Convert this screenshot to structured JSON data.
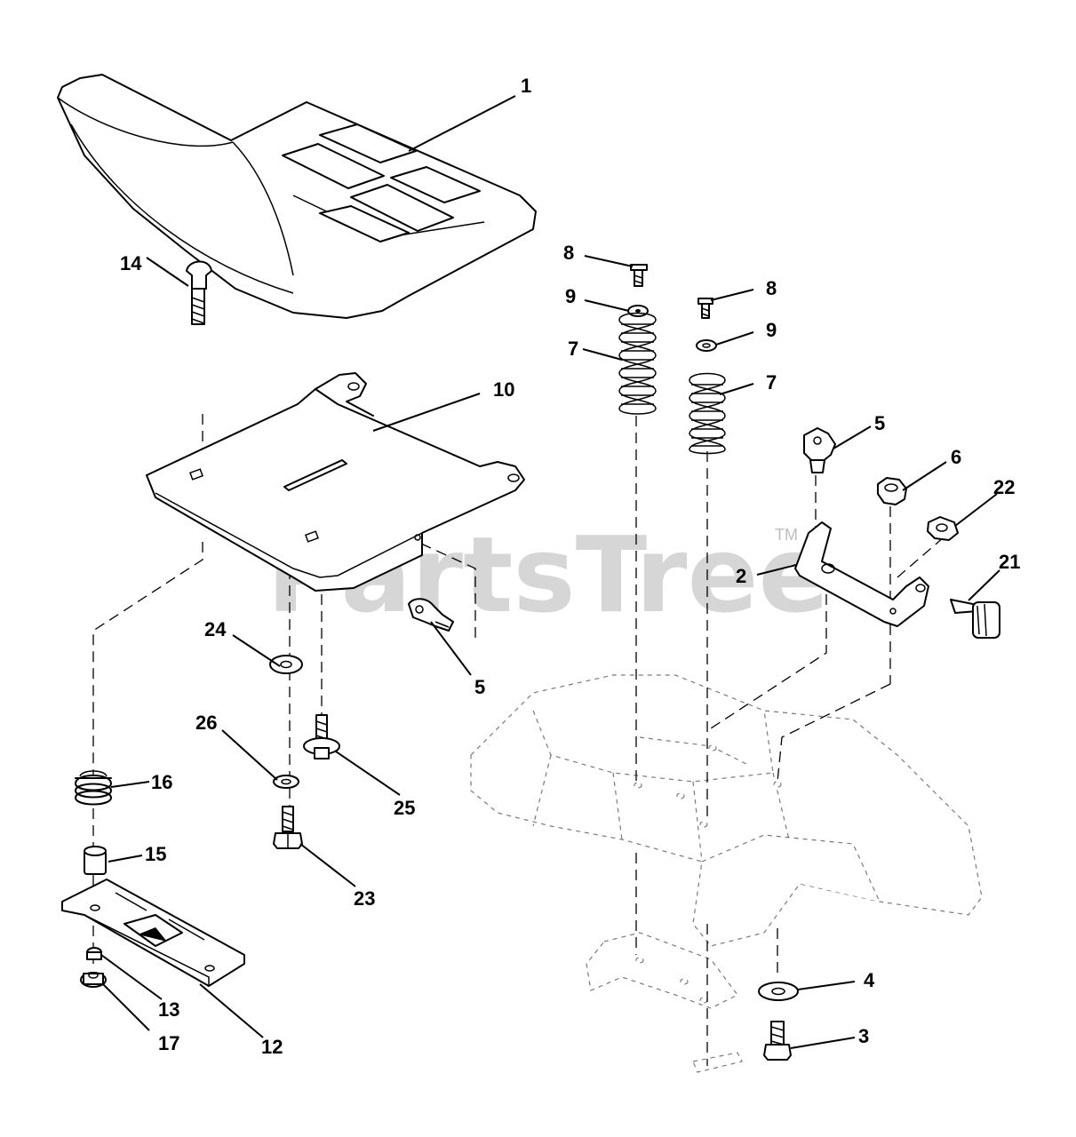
{
  "watermark": {
    "brand": "PartsTree",
    "trademark": "TM"
  },
  "callouts": [
    {
      "id": "c1",
      "label": "1"
    },
    {
      "id": "c14",
      "label": "14"
    },
    {
      "id": "c10",
      "label": "10"
    },
    {
      "id": "c8a",
      "label": "8"
    },
    {
      "id": "c9a",
      "label": "9"
    },
    {
      "id": "c7a",
      "label": "7"
    },
    {
      "id": "c8b",
      "label": "8"
    },
    {
      "id": "c9b",
      "label": "9"
    },
    {
      "id": "c7b",
      "label": "7"
    },
    {
      "id": "c5a",
      "label": "5"
    },
    {
      "id": "c6",
      "label": "6"
    },
    {
      "id": "c22",
      "label": "22"
    },
    {
      "id": "c2",
      "label": "2"
    },
    {
      "id": "c21",
      "label": "21"
    },
    {
      "id": "c5b",
      "label": "5"
    },
    {
      "id": "c24",
      "label": "24"
    },
    {
      "id": "c26",
      "label": "26"
    },
    {
      "id": "c25",
      "label": "25"
    },
    {
      "id": "c16",
      "label": "16"
    },
    {
      "id": "c15",
      "label": "15"
    },
    {
      "id": "c23",
      "label": "23"
    },
    {
      "id": "c13",
      "label": "13"
    },
    {
      "id": "c17",
      "label": "17"
    },
    {
      "id": "c12",
      "label": "12"
    },
    {
      "id": "c4",
      "label": "4"
    },
    {
      "id": "c3",
      "label": "3"
    }
  ]
}
